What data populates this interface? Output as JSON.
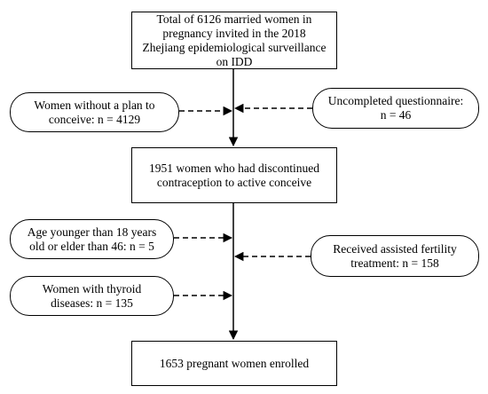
{
  "colors": {
    "line": "#000000",
    "background": "#ffffff"
  },
  "main_flow": {
    "total_box": "Total of 6126 married women in\npregnancy invited in the 2018\nZhejiang epidemiological surveillance\non IDD",
    "discontinued_box": "1951 women who had discontinued\ncontraception to active conceive",
    "enrolled_box": "1653 pregnant women enrolled"
  },
  "exclusions": {
    "no_plan": "Women without a plan to\nconceive: n = 4129",
    "uncompleted": "Uncompleted questionnaire:\nn = 46",
    "age": "Age younger than 18 years\nold or elder than 46: n = 5",
    "assisted": "Received assisted fertility\ntreatment: n = 158",
    "thyroid": "Women with thyroid\ndiseases: n = 135"
  }
}
